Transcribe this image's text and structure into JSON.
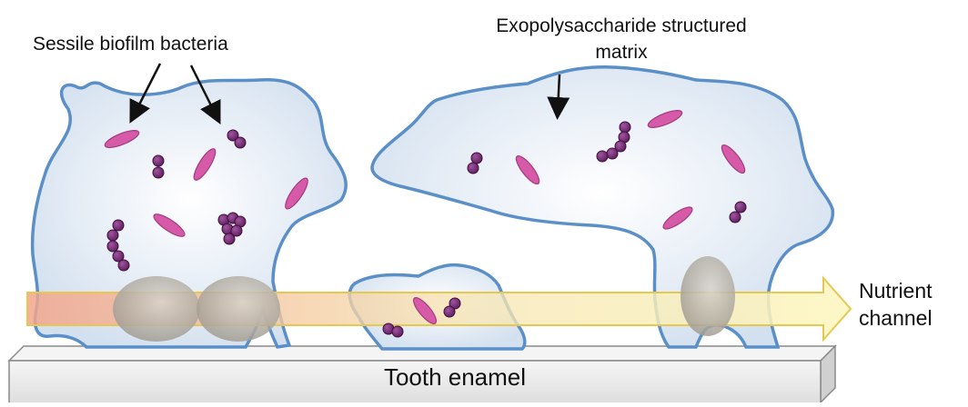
{
  "labels": {
    "sessile": "Sessile biofilm bacteria",
    "eps_line1": "Exopolysaccharide structured",
    "eps_line2": "matrix",
    "nutrient_line1": "Nutrient",
    "nutrient_line2": "channel",
    "tooth": "Tooth enamel"
  },
  "colors": {
    "matrix_fill": "#dbe6f2",
    "matrix_stroke": "#5b8fc7",
    "rod": "#d65aa8",
    "coccus": "#7a2e78",
    "channel_start": "#f0a08a",
    "channel_end": "#fbf3b5",
    "channel_stroke": "#e8c84a",
    "enamel": "#eeeeee"
  }
}
